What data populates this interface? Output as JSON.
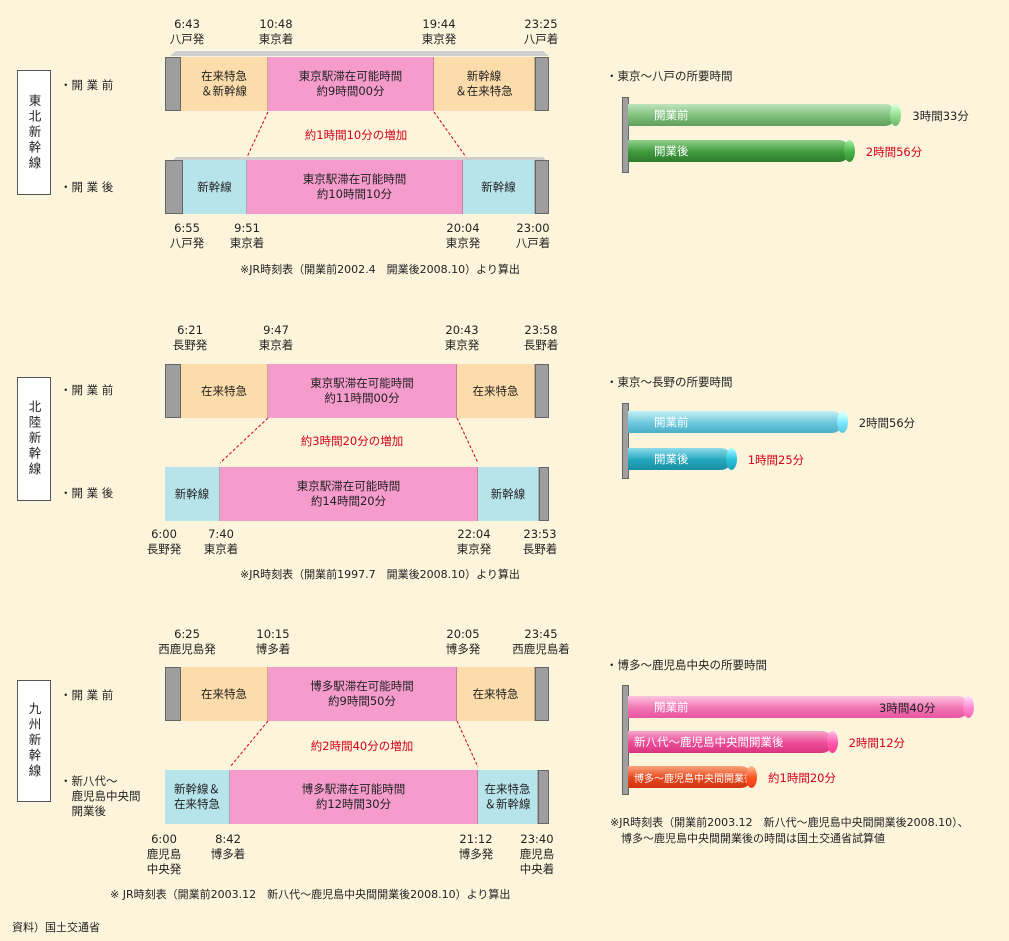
{
  "common": {
    "before_label": "・開 業 前",
    "after_label": "・開 業 後"
  },
  "tohoku": {
    "line_name": "東北新幹線",
    "before_times": [
      {
        "time": "6:43",
        "station": "八戸発"
      },
      {
        "time": "10:48",
        "station": "東京着"
      },
      {
        "time": "19:44",
        "station": "東京発"
      },
      {
        "time": "23:25",
        "station": "八戸着"
      }
    ],
    "before_segments": [
      "在来特急\n＆新幹線",
      "東京駅滞在可能時間\n約9時間00分",
      "新幹線\n＆在来特急"
    ],
    "increase": "約1時間10分の増加",
    "after_segments": [
      "新幹線",
      "東京駅滞在可能時間\n約10時間10分",
      "新幹線"
    ],
    "after_times": [
      {
        "time": "6:55",
        "station": "八戸発"
      },
      {
        "time": "9:51",
        "station": "東京着"
      },
      {
        "time": "20:04",
        "station": "東京発"
      },
      {
        "time": "23:00",
        "station": "八戸着"
      }
    ],
    "note": "※JR時刻表（開業前2002.4　開業後2008.10）より算出",
    "chart_title": "・東京〜八戸の所要時間",
    "chart_bars": [
      {
        "label": "開業前",
        "value_text": "3時間33分",
        "minutes": 213,
        "color": "#7fbf7b"
      },
      {
        "label": "開業後",
        "value_text": "2時間56分",
        "minutes": 176,
        "color": "#3e9a3c"
      }
    ]
  },
  "hokuriku": {
    "line_name": "北陸新幹線",
    "before_times": [
      {
        "time": "6:21",
        "station": "長野発"
      },
      {
        "time": "9:47",
        "station": "東京着"
      },
      {
        "time": "20:43",
        "station": "東京発"
      },
      {
        "time": "23:58",
        "station": "長野着"
      }
    ],
    "before_segments": [
      "在来特急",
      "東京駅滞在可能時間\n約11時間00分",
      "在来特急"
    ],
    "increase": "約3時間20分の増加",
    "after_segments": [
      "新幹線",
      "東京駅滞在可能時間\n約14時間20分",
      "新幹線"
    ],
    "after_times": [
      {
        "time": "6:00",
        "station": "長野発"
      },
      {
        "time": "7:40",
        "station": "東京着"
      },
      {
        "time": "22:04",
        "station": "東京発"
      },
      {
        "time": "23:53",
        "station": "長野着"
      }
    ],
    "note": "※JR時刻表（開業前1997.7　開業後2008.10）より算出",
    "chart_title": "・東京〜長野の所要時間",
    "chart_bars": [
      {
        "label": "開業前",
        "value_text": "2時間56分",
        "minutes": 176,
        "color": "#6cc8dc"
      },
      {
        "label": "開業後",
        "value_text": "1時間25分",
        "minutes": 85,
        "color": "#23a6bd"
      }
    ]
  },
  "kyushu": {
    "line_name": "九州新幹線",
    "after_label": "・新八代〜\n　鹿児島中央間\n　開業後",
    "before_times": [
      {
        "time": "6:25",
        "station": "西鹿児島発"
      },
      {
        "time": "10:15",
        "station": "博多着"
      },
      {
        "time": "20:05",
        "station": "博多発"
      },
      {
        "time": "23:45",
        "station": "西鹿児島着"
      }
    ],
    "before_segments": [
      "在来特急",
      "博多駅滞在可能時間\n約9時間50分",
      "在来特急"
    ],
    "increase": "約2時間40分の増加",
    "after_segments": [
      "新幹線＆\n在来特急",
      "博多駅滞在可能時間\n約12時間30分",
      "在来特急\n＆新幹線"
    ],
    "after_times": [
      {
        "time": "6:00",
        "station": "鹿児島\n中央発"
      },
      {
        "time": "8:42",
        "station": "博多着"
      },
      {
        "time": "21:12",
        "station": "博多発"
      },
      {
        "time": "23:40",
        "station": "鹿児島\n中央着"
      }
    ],
    "note": "※ JR時刻表（開業前2003.12　新八代〜鹿児島中央間開業後2008.10）より算出",
    "chart_title": "・博多〜鹿児島中央の所要時間",
    "chart_bars": [
      {
        "label": "開業前",
        "value_text": "3時間40分",
        "minutes": 220,
        "color": "#f274b3"
      },
      {
        "label": "新八代〜鹿児島中央間開業後",
        "value_text": "2時間12分",
        "minutes": 132,
        "color": "#ec4b97"
      },
      {
        "label": "博多〜鹿児島中央間開業後",
        "value_text": "約1時間20分",
        "minutes": 80,
        "color": "#e8461c"
      }
    ],
    "chart_note": "※JR時刻表（開業前2003.12　新八代〜鹿児島中央間開業後2008.10）、\n　博多〜鹿児島中央間開業後の時間は国土交通省試算値"
  },
  "source": "資料）国土交通省"
}
